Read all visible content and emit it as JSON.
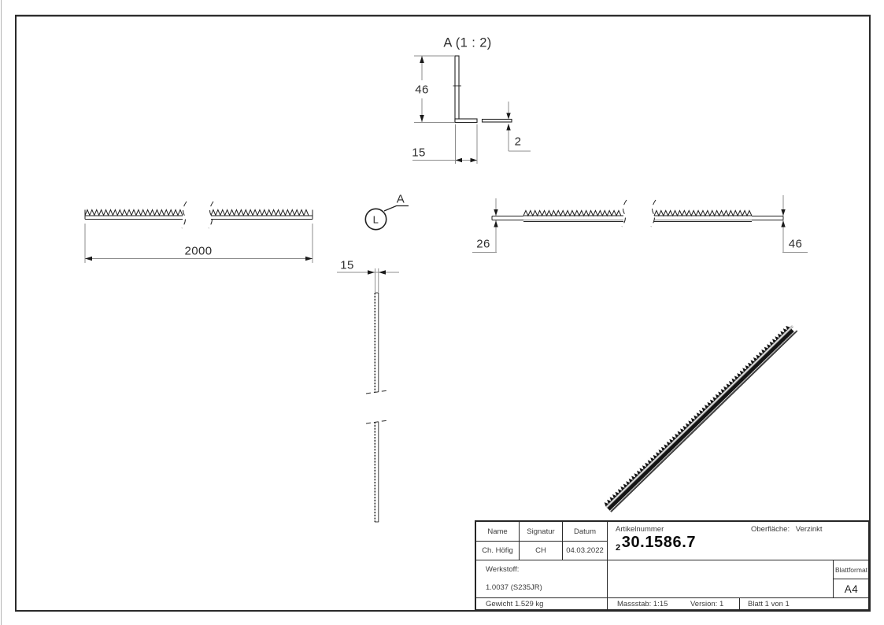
{
  "colors": {
    "geometry": "#222222",
    "dimension_line": "#8c8c8c",
    "arrow": "#1a1a1a",
    "text": "#2e2e2e"
  },
  "views": {
    "detail": {
      "label": "A (1 : 2)",
      "dim_height": "46",
      "dim_width": "15",
      "dim_thickness": "2"
    },
    "side": {
      "dim_length": "2000"
    },
    "callout": {
      "detail_letter": "L",
      "ref": "A"
    },
    "front": {
      "dim_width": "15"
    },
    "top": {
      "dim_left": "26",
      "dim_right": "46"
    }
  },
  "title_block": {
    "col_name": "Name",
    "col_signature": "Signatur",
    "col_date": "Datum",
    "name": "Ch. Höfig",
    "signature": "CH",
    "date": "04.03.2022",
    "article_label": "Artikelnummer",
    "article_prefix": "2",
    "article_number": "30.1586.7",
    "surface_label": "Oberfläche:",
    "surface_value": "Verzinkt",
    "material_label": "Werkstoff:",
    "material_value": "1.0037 (S235JR)",
    "weight": "Gewicht 1.529 kg",
    "scale": "Massstab: 1:15",
    "version": "Version: 1",
    "sheet": "Blatt 1 von 1",
    "format_label": "Blattformat",
    "format_value": "A4"
  }
}
